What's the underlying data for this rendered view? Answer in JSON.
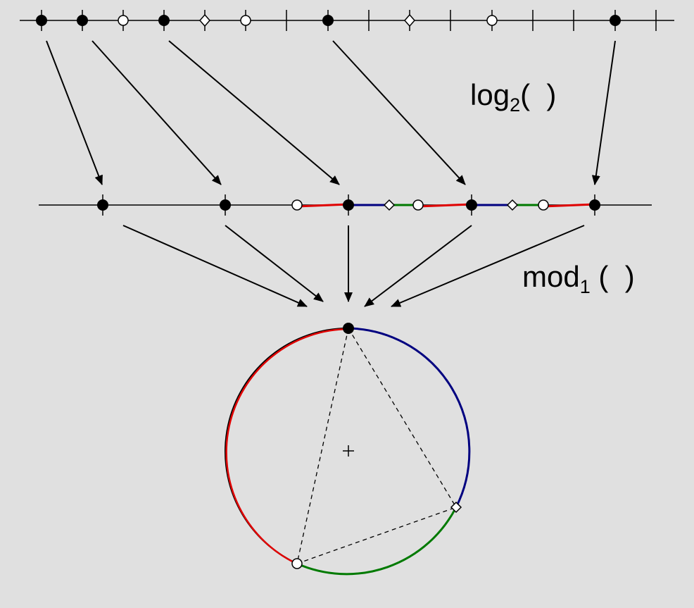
{
  "labels": {
    "log": {
      "base": "log",
      "subscript": "2",
      "suffix": "(  )"
    },
    "mod": {
      "base": "mod",
      "subscript": "1",
      "suffix": " (  )"
    }
  },
  "colors": {
    "background": "#e0e0e0",
    "line": "#000000",
    "red": "#e00000",
    "blue": "#000080",
    "green": "#007a00"
  },
  "icons": [
    "filled-dot-icon",
    "open-dot-icon",
    "diamond-icon",
    "center-cross-icon",
    "arrow-icon"
  ]
}
